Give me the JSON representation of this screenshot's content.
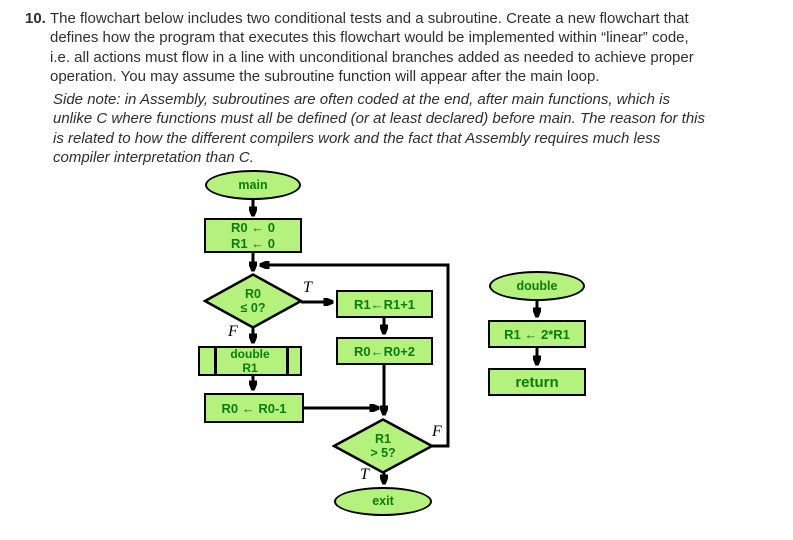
{
  "question": {
    "number": "10.",
    "lines": [
      "The flowchart below includes two conditional tests and a subroutine. Create a new flowchart that",
      "defines how the program that executes this flowchart would be implemented within “linear” code,",
      "i.e. all actions must flow in a line with unconditional branches added as needed to achieve proper",
      "operation. You may assume the subroutine function will appear after the main loop."
    ]
  },
  "side_note": {
    "lines": [
      "Side note: in Assembly, subroutines are often coded at the end, after main functions, which is",
      "unlike C where functions must all be defined (or at least declared) before main. The reason for this",
      "is related to how the different compilers work and the fact that Assembly requires much less",
      "compiler interpretation than C."
    ]
  },
  "colors": {
    "node_fill": "#b5f17d",
    "node_border": "#000000",
    "node_text": "#0b7d0b",
    "connector": "#000000"
  },
  "flowchart": {
    "main": {
      "start_label": "main",
      "init_label": "R0 ← 0\nR1 ← 0",
      "decision1_label": "R0\n≤ 0?",
      "decision1_true": "T",
      "decision1_false": "F",
      "increment_label": "R1←R1+1",
      "add2_label": "R0←R0+2",
      "subroutine_call_label": "double\nR1",
      "decrement_label": "R0 ← R0-1",
      "decision2_label": "R1\n> 5?",
      "decision2_true": "T",
      "decision2_false": "F",
      "exit_label": "exit"
    },
    "subroutine": {
      "start_label": "double",
      "body_label": "R1 ← 2*R1",
      "return_label": "return"
    }
  }
}
